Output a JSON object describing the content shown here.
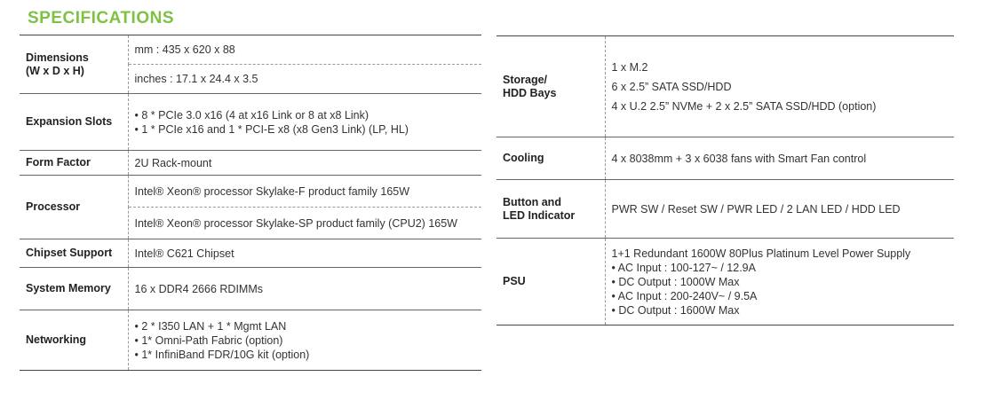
{
  "title": "SPECIFICATIONS",
  "colors": {
    "title": "#7dc242",
    "rule": "#444444",
    "text": "#333333"
  },
  "left_specs": [
    {
      "label": [
        "Dimensions",
        "(W x D x H)"
      ],
      "values": [
        [
          "mm : 435 x 620 x 88"
        ],
        [
          "inches : 17.1 x 24.4 x 3.5"
        ]
      ]
    },
    {
      "label": [
        "Expansion Slots"
      ],
      "values": [
        [
          "• 8 * PCIe 3.0 x16 (4 at x16 Link or 8 at x8 Link)",
          "• 1 * PCIe x16  and 1 * PCI-E x8 (x8 Gen3 Link) (LP, HL)"
        ]
      ]
    },
    {
      "label": [
        "Form Factor"
      ],
      "values": [
        [
          "2U Rack-mount"
        ]
      ]
    },
    {
      "label": [
        "Processor"
      ],
      "values": [
        [
          "Intel® Xeon® processor Skylake-F product family 165W"
        ],
        [
          "Intel® Xeon® processor Skylake-SP product family (CPU2) 165W"
        ]
      ]
    },
    {
      "label": [
        "Chipset Support"
      ],
      "values": [
        [
          "Intel® C621 Chipset"
        ]
      ]
    },
    {
      "label": [
        "System Memory"
      ],
      "values": [
        [
          "16 x DDR4 2666  RDIMMs"
        ]
      ]
    },
    {
      "label": [
        "Networking"
      ],
      "values": [
        [
          "• 2 * I350  LAN + 1 * Mgmt LAN",
          "• 1*  Omni-Path Fabric (option)",
          "• 1* InfiniBand  FDR/10G  kit (option)"
        ]
      ]
    }
  ],
  "right_specs": [
    {
      "label": [
        "Storage/",
        "HDD Bays"
      ],
      "values": [
        [
          "1 x M.2",
          "6 x 2.5” SATA SSD/HDD",
          "4 x U.2 2.5” NVMe + 2 x 2.5” SATA SSD/HDD (option)"
        ]
      ]
    },
    {
      "label": [
        "Cooling"
      ],
      "values": [
        [
          "4 x 8038mm + 3 x 6038 fans with Smart Fan control"
        ]
      ]
    },
    {
      "label": [
        "Button and",
        "LED Indicator"
      ],
      "values": [
        [
          "PWR SW / Reset SW / PWR LED / 2 LAN LED / HDD LED"
        ]
      ]
    },
    {
      "label": [
        "PSU"
      ],
      "values": [
        [
          "1+1 Redundant 1600W 80Plus Platinum Level Power Supply",
          "• AC Input : 100-127~ / 12.9A",
          "• DC Output : 1000W Max",
          "• AC Input : 200-240V~ / 9.5A",
          "• DC Output : 1600W Max"
        ]
      ]
    }
  ]
}
